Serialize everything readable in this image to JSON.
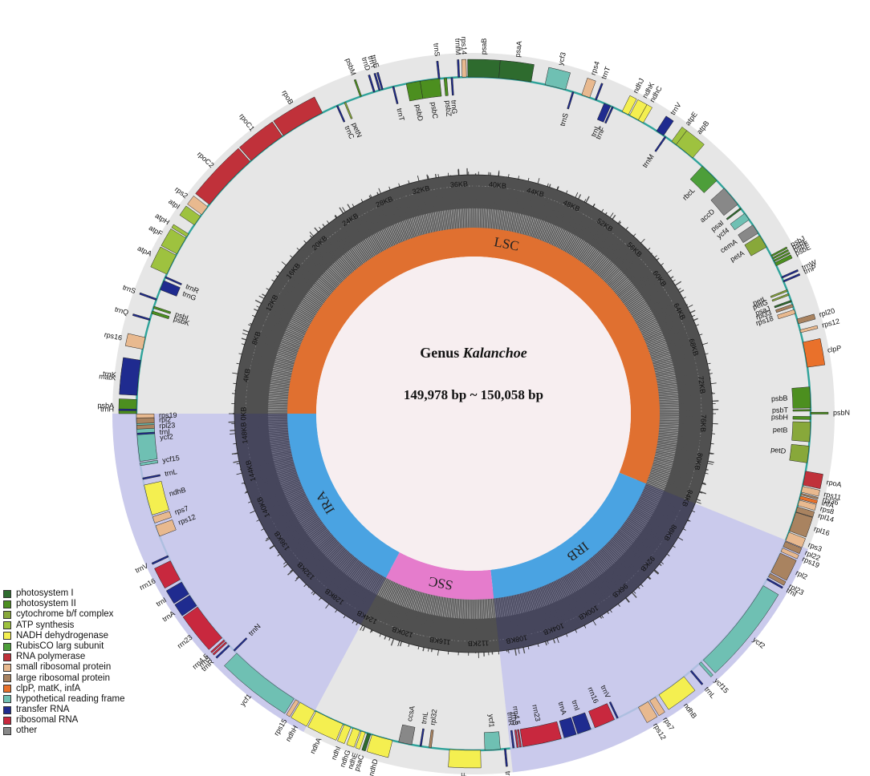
{
  "title_prefix": "Genus ",
  "title_genus": "Kalanchoe",
  "size_label": "149,978 bp ~ 150,058 bp",
  "regions": {
    "lsc": "LSC",
    "ssc": "SSC",
    "ira": "IRA",
    "irb": "IRB"
  },
  "colors": {
    "photosystem_i": "#2e6b2e",
    "photosystem_ii": "#4c8f1f",
    "cytochrome": "#88a83a",
    "atp": "#9ec23f",
    "ndh": "#f4ef50",
    "rubisco": "#4d9e3a",
    "rnapol": "#c0313a",
    "small_ribo": "#e8b98f",
    "large_ribo": "#a98360",
    "clpp": "#e9712b",
    "hypothetical": "#6fc0b3",
    "trna": "#1f2b8f",
    "rrna": "#c8283e",
    "other": "#888888",
    "lsc_ring": "#e07030",
    "ssc_ring": "#e57ccc",
    "ir_ring": "#4aa3e2",
    "ir_shade": "#c4c4ec",
    "gc_dark": "#505050",
    "gc_light": "#b8b8b8"
  },
  "legend": [
    {
      "label": "photosystem I",
      "color_key": "photosystem_i"
    },
    {
      "label": "photosystem II",
      "color_key": "photosystem_ii"
    },
    {
      "label": "cytochrome b/f complex",
      "color_key": "cytochrome"
    },
    {
      "label": "ATP synthesis",
      "color_key": "atp"
    },
    {
      "label": "NADH dehydrogenase",
      "color_key": "ndh"
    },
    {
      "label": "RubisCO larg subunit",
      "color_key": "rubisco"
    },
    {
      "label": "RNA polymerase",
      "color_key": "rnapol"
    },
    {
      "label": "small ribosomal protein",
      "color_key": "small_ribo"
    },
    {
      "label": "large ribosomal protein",
      "color_key": "large_ribo"
    },
    {
      "label": "clpP, matK, infA",
      "color_key": "clpp"
    },
    {
      "label": "hypothetical reading frame",
      "color_key": "hypothetical"
    },
    {
      "label": "transfer RNA",
      "color_key": "trna"
    },
    {
      "label": "ribosomal RNA",
      "color_key": "rrna"
    },
    {
      "label": "other",
      "color_key": "other"
    }
  ],
  "kb_ticks": [
    "0KB",
    "4KB",
    "8KB",
    "12KB",
    "16KB",
    "20KB",
    "24KB",
    "28KB",
    "32KB",
    "36KB",
    "40KB",
    "44KB",
    "48KB",
    "52KB",
    "56KB",
    "60KB",
    "64KB",
    "68KB",
    "72KB",
    "76KB",
    "80KB",
    "84KB",
    "88KB",
    "92KB",
    "96KB",
    "100KB",
    "104KB",
    "108KB",
    "112KB",
    "116KB",
    "120KB",
    "124KB",
    "128KB",
    "132KB",
    "136KB",
    "140KB",
    "144KB",
    "148KB"
  ],
  "genes": [
    {
      "name": "psbA",
      "pos": 0,
      "len": 1000,
      "strand": "in",
      "cat": "photosystem_ii"
    },
    {
      "name": "trnH",
      "pos": 200,
      "len": 120,
      "strand": "in",
      "cat": "trna"
    },
    {
      "name": "matK",
      "pos": 1600,
      "len": 1500,
      "strand": "in",
      "cat": "clpp"
    },
    {
      "name": "trnK",
      "pos": 1300,
      "len": 2500,
      "strand": "in",
      "cat": "trna"
    },
    {
      "name": "rps16",
      "pos": 4600,
      "len": 850,
      "strand": "in",
      "cat": "small_ribo"
    },
    {
      "name": "trnQ",
      "pos": 6700,
      "len": 100,
      "strand": "in",
      "cat": "trna"
    },
    {
      "name": "psbK",
      "pos": 7200,
      "len": 200,
      "strand": "out",
      "cat": "photosystem_ii"
    },
    {
      "name": "psbI",
      "pos": 7600,
      "len": 150,
      "strand": "out",
      "cat": "photosystem_ii"
    },
    {
      "name": "trnS",
      "pos": 8200,
      "len": 100,
      "strand": "in",
      "cat": "trna"
    },
    {
      "name": "trnG",
      "pos": 9000,
      "len": 700,
      "strand": "out",
      "cat": "trna"
    },
    {
      "name": "trnR",
      "pos": 9900,
      "len": 100,
      "strand": "out",
      "cat": "trna"
    },
    {
      "name": "atpA",
      "pos": 10200,
      "len": 1500,
      "strand": "in",
      "cat": "atp"
    },
    {
      "name": "atpF",
      "pos": 11800,
      "len": 1300,
      "strand": "in",
      "cat": "atp"
    },
    {
      "name": "atpH",
      "pos": 13200,
      "len": 250,
      "strand": "in",
      "cat": "atp"
    },
    {
      "name": "atpI",
      "pos": 14200,
      "len": 750,
      "strand": "in",
      "cat": "atp"
    },
    {
      "name": "rps2",
      "pos": 15100,
      "len": 700,
      "strand": "in",
      "cat": "small_ribo"
    },
    {
      "name": "rpoC2",
      "pos": 16000,
      "len": 4200,
      "strand": "in",
      "cat": "rnapol"
    },
    {
      "name": "rpoC1",
      "pos": 20300,
      "len": 2800,
      "strand": "in",
      "cat": "rnapol"
    },
    {
      "name": "rpoB",
      "pos": 23200,
      "len": 3200,
      "strand": "in",
      "cat": "rnapol"
    },
    {
      "name": "trnC",
      "pos": 27500,
      "len": 80,
      "strand": "out",
      "cat": "trna"
    },
    {
      "name": "petN",
      "pos": 28100,
      "len": 100,
      "strand": "out",
      "cat": "cytochrome"
    },
    {
      "name": "psbM",
      "pos": 29300,
      "len": 100,
      "strand": "in",
      "cat": "photosystem_ii"
    },
    {
      "name": "trnD",
      "pos": 30300,
      "len": 80,
      "strand": "in",
      "cat": "trna"
    },
    {
      "name": "trnY",
      "pos": 30700,
      "len": 80,
      "strand": "in",
      "cat": "trna"
    },
    {
      "name": "trnE",
      "pos": 30900,
      "len": 80,
      "strand": "in",
      "cat": "trna"
    },
    {
      "name": "trnT",
      "pos": 31700,
      "len": 80,
      "strand": "out",
      "cat": "trna"
    },
    {
      "name": "psbD",
      "pos": 32700,
      "len": 1000,
      "strand": "out",
      "cat": "photosystem_ii"
    },
    {
      "name": "psbC",
      "pos": 33700,
      "len": 1400,
      "strand": "out",
      "cat": "photosystem_ii"
    },
    {
      "name": "trnS",
      "pos": 35000,
      "len": 90,
      "strand": "in",
      "cat": "trna"
    },
    {
      "name": "psbZ",
      "pos": 35400,
      "len": 200,
      "strand": "out",
      "cat": "photosystem_ii"
    },
    {
      "name": "trnG",
      "pos": 35900,
      "len": 80,
      "strand": "out",
      "cat": "trna"
    },
    {
      "name": "trnfM",
      "pos": 36400,
      "len": 80,
      "strand": "in",
      "cat": "trna"
    },
    {
      "name": "rps14",
      "pos": 36700,
      "len": 300,
      "strand": "in",
      "cat": "small_ribo"
    },
    {
      "name": "psaB",
      "pos": 37100,
      "len": 2200,
      "strand": "in",
      "cat": "photosystem_i"
    },
    {
      "name": "psaA",
      "pos": 39300,
      "len": 2300,
      "strand": "in",
      "cat": "photosystem_i"
    },
    {
      "name": "ycf3",
      "pos": 42600,
      "len": 1500,
      "strand": "in",
      "cat": "hypothetical"
    },
    {
      "name": "trnS",
      "pos": 44600,
      "len": 90,
      "strand": "out",
      "cat": "trna"
    },
    {
      "name": "rps4",
      "pos": 45300,
      "len": 600,
      "strand": "in",
      "cat": "small_ribo"
    },
    {
      "name": "trnT",
      "pos": 46300,
      "len": 80,
      "strand": "in",
      "cat": "trna"
    },
    {
      "name": "trnL",
      "pos": 47000,
      "len": 500,
      "strand": "out",
      "cat": "trna"
    },
    {
      "name": "trnF",
      "pos": 47600,
      "len": 80,
      "strand": "out",
      "cat": "trna"
    },
    {
      "name": "ndhJ",
      "pos": 48400,
      "len": 500,
      "strand": "in",
      "cat": "ndh"
    },
    {
      "name": "ndhK",
      "pos": 49000,
      "len": 700,
      "strand": "in",
      "cat": "ndh"
    },
    {
      "name": "ndhC",
      "pos": 49700,
      "len": 400,
      "strand": "in",
      "cat": "ndh"
    },
    {
      "name": "trnV",
      "pos": 51200,
      "len": 600,
      "strand": "in",
      "cat": "trna"
    },
    {
      "name": "trnM",
      "pos": 51900,
      "len": 80,
      "strand": "out",
      "cat": "trna"
    },
    {
      "name": "atpE",
      "pos": 52500,
      "len": 400,
      "strand": "in",
      "cat": "atp"
    },
    {
      "name": "atpB",
      "pos": 52900,
      "len": 1500,
      "strand": "in",
      "cat": "atp"
    },
    {
      "name": "rbcL",
      "pos": 55300,
      "len": 1450,
      "strand": "out",
      "cat": "rubisco"
    },
    {
      "name": "accD",
      "pos": 57500,
      "len": 1500,
      "strand": "out",
      "cat": "other"
    },
    {
      "name": "psaI",
      "pos": 59300,
      "len": 120,
      "strand": "out",
      "cat": "photosystem_i"
    },
    {
      "name": "ycf4",
      "pos": 59800,
      "len": 550,
      "strand": "out",
      "cat": "hypothetical"
    },
    {
      "name": "cemA",
      "pos": 60800,
      "len": 700,
      "strand": "out",
      "cat": "other"
    },
    {
      "name": "petA",
      "pos": 61700,
      "len": 950,
      "strand": "out",
      "cat": "cytochrome"
    },
    {
      "name": "psbJ",
      "pos": 63300,
      "len": 120,
      "strand": "in",
      "cat": "photosystem_ii"
    },
    {
      "name": "psbL",
      "pos": 63500,
      "len": 120,
      "strand": "in",
      "cat": "photosystem_ii"
    },
    {
      "name": "psbF",
      "pos": 63700,
      "len": 120,
      "strand": "in",
      "cat": "photosystem_ii"
    },
    {
      "name": "psbE",
      "pos": 63900,
      "len": 250,
      "strand": "in",
      "cat": "photosystem_ii"
    },
    {
      "name": "trnW",
      "pos": 65000,
      "len": 80,
      "strand": "in",
      "cat": "trna"
    },
    {
      "name": "trnP",
      "pos": 65300,
      "len": 80,
      "strand": "in",
      "cat": "trna"
    },
    {
      "name": "petL",
      "pos": 66000,
      "len": 100,
      "strand": "out",
      "cat": "cytochrome"
    },
    {
      "name": "petG",
      "pos": 66300,
      "len": 100,
      "strand": "out",
      "cat": "cytochrome"
    },
    {
      "name": "psaJ",
      "pos": 66800,
      "len": 130,
      "strand": "out",
      "cat": "photosystem_i"
    },
    {
      "name": "rpl33",
      "pos": 67100,
      "len": 200,
      "strand": "out",
      "cat": "large_ribo"
    },
    {
      "name": "rps18",
      "pos": 67500,
      "len": 300,
      "strand": "out",
      "cat": "small_ribo"
    },
    {
      "name": "rpl20",
      "pos": 68200,
      "len": 350,
      "strand": "in",
      "cat": "large_ribo"
    },
    {
      "name": "rps12",
      "pos": 69000,
      "len": 200,
      "strand": "in",
      "cat": "small_ribo"
    },
    {
      "name": "clpP",
      "pos": 69900,
      "len": 1800,
      "strand": "in",
      "cat": "clpp"
    },
    {
      "name": "psbB",
      "pos": 73100,
      "len": 1500,
      "strand": "out",
      "cat": "photosystem_ii"
    },
    {
      "name": "psbT",
      "pos": 74700,
      "len": 100,
      "strand": "out",
      "cat": "photosystem_ii"
    },
    {
      "name": "psbN",
      "pos": 74900,
      "len": 130,
      "strand": "in",
      "cat": "photosystem_ii"
    },
    {
      "name": "psbH",
      "pos": 75200,
      "len": 220,
      "strand": "out",
      "cat": "photosystem_ii"
    },
    {
      "name": "petB",
      "pos": 75600,
      "len": 1400,
      "strand": "out",
      "cat": "cytochrome"
    },
    {
      "name": "petD",
      "pos": 77300,
      "len": 1200,
      "strand": "out",
      "cat": "cytochrome"
    },
    {
      "name": "rpoA",
      "pos": 79100,
      "len": 1000,
      "strand": "in",
      "cat": "rnapol"
    },
    {
      "name": "rps11",
      "pos": 80200,
      "len": 420,
      "strand": "in",
      "cat": "small_ribo"
    },
    {
      "name": "rpl36",
      "pos": 80700,
      "len": 115,
      "strand": "in",
      "cat": "large_ribo"
    },
    {
      "name": "infA",
      "pos": 80900,
      "len": 230,
      "strand": "in",
      "cat": "clpp"
    },
    {
      "name": "rps8",
      "pos": 81200,
      "len": 400,
      "strand": "in",
      "cat": "small_ribo"
    },
    {
      "name": "rpl14",
      "pos": 81700,
      "len": 370,
      "strand": "in",
      "cat": "large_ribo"
    },
    {
      "name": "rpl16",
      "pos": 82100,
      "len": 1400,
      "strand": "in",
      "cat": "large_ribo"
    },
    {
      "name": "rps3",
      "pos": 83600,
      "len": 650,
      "strand": "in",
      "cat": "small_ribo"
    },
    {
      "name": "rpl22",
      "pos": 84300,
      "len": 400,
      "strand": "in",
      "cat": "large_ribo"
    },
    {
      "name": "rps19",
      "pos": 84800,
      "len": 280,
      "strand": "in",
      "cat": "small_ribo"
    },
    {
      "name": "rpl2",
      "pos": 85200,
      "len": 1500,
      "strand": "in",
      "cat": "large_ribo"
    },
    {
      "name": "rpl23",
      "pos": 86800,
      "len": 280,
      "strand": "in",
      "cat": "large_ribo"
    },
    {
      "name": "trnI",
      "pos": 87200,
      "len": 80,
      "strand": "in",
      "cat": "trna"
    },
    {
      "name": "ycf2",
      "pos": 87800,
      "len": 6800,
      "strand": "in",
      "cat": "hypothetical"
    },
    {
      "name": "ycf15",
      "pos": 94800,
      "len": 200,
      "strand": "in",
      "cat": "hypothetical"
    },
    {
      "name": "trnL",
      "pos": 95700,
      "len": 80,
      "strand": "in",
      "cat": "trna"
    },
    {
      "name": "ndhB",
      "pos": 96400,
      "len": 2200,
      "strand": "in",
      "cat": "ndh"
    },
    {
      "name": "rps7",
      "pos": 98900,
      "len": 470,
      "strand": "in",
      "cat": "small_ribo"
    },
    {
      "name": "rps12",
      "pos": 99500,
      "len": 800,
      "strand": "in",
      "cat": "small_ribo"
    },
    {
      "name": "trnV",
      "pos": 101900,
      "len": 80,
      "strand": "out",
      "cat": "trna"
    },
    {
      "name": "rrn16",
      "pos": 102200,
      "len": 1500,
      "strand": "out",
      "cat": "rrna"
    },
    {
      "name": "trnI",
      "pos": 104000,
      "len": 1000,
      "strand": "out",
      "cat": "trna"
    },
    {
      "name": "trnA",
      "pos": 105100,
      "len": 900,
      "strand": "out",
      "cat": "trna"
    },
    {
      "name": "rrn23",
      "pos": 106200,
      "len": 2800,
      "strand": "out",
      "cat": "rrna"
    },
    {
      "name": "rrn4.5",
      "pos": 109100,
      "len": 100,
      "strand": "out",
      "cat": "rrna"
    },
    {
      "name": "rrn5",
      "pos": 109300,
      "len": 120,
      "strand": "out",
      "cat": "rrna"
    },
    {
      "name": "trnR",
      "pos": 109600,
      "len": 80,
      "strand": "out",
      "cat": "trna"
    },
    {
      "name": "trnN",
      "pos": 110200,
      "len": 80,
      "strand": "in",
      "cat": "trna"
    },
    {
      "name": "ycf1",
      "pos": 110600,
      "len": 1100,
      "strand": "out",
      "cat": "hypothetical"
    },
    {
      "name": "ndhF",
      "pos": 112000,
      "len": 2200,
      "strand": "in",
      "cat": "ndh"
    },
    {
      "name": "rpl32",
      "pos": 115500,
      "len": 170,
      "strand": "out",
      "cat": "large_ribo"
    },
    {
      "name": "trnL",
      "pos": 116200,
      "len": 80,
      "strand": "out",
      "cat": "trna"
    },
    {
      "name": "ccsA",
      "pos": 116900,
      "len": 950,
      "strand": "out",
      "cat": "other"
    },
    {
      "name": "ndhD",
      "pos": 118300,
      "len": 1500,
      "strand": "in",
      "cat": "ndh"
    },
    {
      "name": "psaC",
      "pos": 119900,
      "len": 250,
      "strand": "in",
      "cat": "photosystem_i"
    },
    {
      "name": "ndhE",
      "pos": 120300,
      "len": 300,
      "strand": "in",
      "cat": "ndh"
    },
    {
      "name": "ndhG",
      "pos": 120700,
      "len": 530,
      "strand": "in",
      "cat": "ndh"
    },
    {
      "name": "ndhI",
      "pos": 121400,
      "len": 500,
      "strand": "in",
      "cat": "ndh"
    },
    {
      "name": "ndhA",
      "pos": 122000,
      "len": 2100,
      "strand": "in",
      "cat": "ndh"
    },
    {
      "name": "ndhH",
      "pos": 124200,
      "len": 1200,
      "strand": "in",
      "cat": "ndh"
    },
    {
      "name": "rps15",
      "pos": 125500,
      "len": 270,
      "strand": "in",
      "cat": "small_ribo"
    },
    {
      "name": "ycf1",
      "pos": 125900,
      "len": 5200,
      "strand": "in",
      "cat": "hypothetical"
    },
    {
      "name": "trnN",
      "pos": 131300,
      "len": 80,
      "strand": "out",
      "cat": "trna"
    },
    {
      "name": "trnR",
      "pos": 131800,
      "len": 80,
      "strand": "in",
      "cat": "trna"
    },
    {
      "name": "rrn5",
      "pos": 132100,
      "len": 120,
      "strand": "in",
      "cat": "rrna"
    },
    {
      "name": "rrn4.5",
      "pos": 132300,
      "len": 100,
      "strand": "in",
      "cat": "rrna"
    },
    {
      "name": "rrn23",
      "pos": 132600,
      "len": 2800,
      "strand": "in",
      "cat": "rrna"
    },
    {
      "name": "trnA",
      "pos": 135500,
      "len": 900,
      "strand": "in",
      "cat": "trna"
    },
    {
      "name": "trnI",
      "pos": 136500,
      "len": 1000,
      "strand": "in",
      "cat": "trna"
    },
    {
      "name": "rrn16",
      "pos": 137700,
      "len": 1500,
      "strand": "in",
      "cat": "rrna"
    },
    {
      "name": "trnV",
      "pos": 139500,
      "len": 80,
      "strand": "in",
      "cat": "trna"
    },
    {
      "name": "rps12",
      "pos": 141100,
      "len": 800,
      "strand": "out",
      "cat": "small_ribo"
    },
    {
      "name": "rps7",
      "pos": 142100,
      "len": 470,
      "strand": "out",
      "cat": "small_ribo"
    },
    {
      "name": "ndhB",
      "pos": 142700,
      "len": 2200,
      "strand": "out",
      "cat": "ndh"
    },
    {
      "name": "trnL",
      "pos": 145300,
      "len": 80,
      "strand": "out",
      "cat": "trna"
    },
    {
      "name": "ycf15",
      "pos": 146300,
      "len": 200,
      "strand": "out",
      "cat": "hypothetical"
    },
    {
      "name": "ycf2",
      "pos": 146600,
      "len": 3100,
      "strand": "out",
      "cat": "hypothetical"
    },
    {
      "name": "trnI",
      "pos": 148500,
      "len": 80,
      "strand": "out",
      "cat": "trna"
    },
    {
      "name": "rpl23",
      "pos": 148900,
      "len": 280,
      "strand": "out",
      "cat": "large_ribo"
    },
    {
      "name": "rpl2",
      "pos": 149300,
      "len": 400,
      "strand": "out",
      "cat": "large_ribo"
    },
    {
      "name": "rps19",
      "pos": 149700,
      "len": 280,
      "strand": "out",
      "cat": "small_ribo"
    }
  ]
}
